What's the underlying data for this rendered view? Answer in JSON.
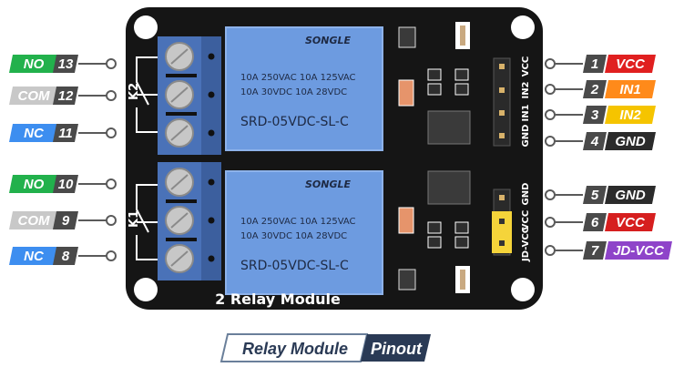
{
  "module": {
    "title": "2 Relay Module",
    "relay_labels": [
      "K2",
      "K1"
    ],
    "relays": [
      {
        "brand": "SONGLE",
        "line1": "10A 250VAC 10A 125VAC",
        "line2": "10A 30VDC  10A 28VDC",
        "model": "SRD-05VDC-SL-C"
      },
      {
        "brand": "SONGLE",
        "line1": "10A 250VAC 10A 125VAC",
        "line2": "10A 30VDC  10A 28VDC",
        "model": "SRD-05VDC-SL-C"
      }
    ],
    "header_top": [
      "VCC",
      "IN2",
      "IN1",
      "GND"
    ],
    "header_bottom": [
      "GND",
      "VCC",
      "JD-VCC"
    ]
  },
  "left_pins": [
    {
      "label": "NO",
      "num": "13",
      "color": "#22b14c"
    },
    {
      "label": "COM",
      "num": "12",
      "color": "#c8c8c8"
    },
    {
      "label": "NC",
      "num": "11",
      "color": "#3d8ef0"
    },
    {
      "label": "NO",
      "num": "10",
      "color": "#22b14c"
    },
    {
      "label": "COM",
      "num": "9",
      "color": "#c8c8c8"
    },
    {
      "label": "NC",
      "num": "8",
      "color": "#3d8ef0"
    }
  ],
  "right_pins": [
    {
      "num": "1",
      "label": "VCC",
      "color": "#e02020"
    },
    {
      "num": "2",
      "label": "IN1",
      "color": "#ff8a1a"
    },
    {
      "num": "3",
      "label": "IN2",
      "color": "#f5c400"
    },
    {
      "num": "4",
      "label": "GND",
      "color": "#2b2b2b"
    },
    {
      "num": "5",
      "label": "GND",
      "color": "#2b2b2b"
    },
    {
      "num": "6",
      "label": "VCC",
      "color": "#d61f1f"
    },
    {
      "num": "7",
      "label": "JD-VCC",
      "color": "#8e44c9"
    }
  ],
  "caption": {
    "part1": "Relay Module",
    "part2": "Pinout"
  },
  "colors": {
    "pcb": "#151515",
    "relay": "#6d9be0",
    "terminal": "#4a72b8",
    "num_tag": "#4a4a4a",
    "line": "#5a5a5a"
  }
}
